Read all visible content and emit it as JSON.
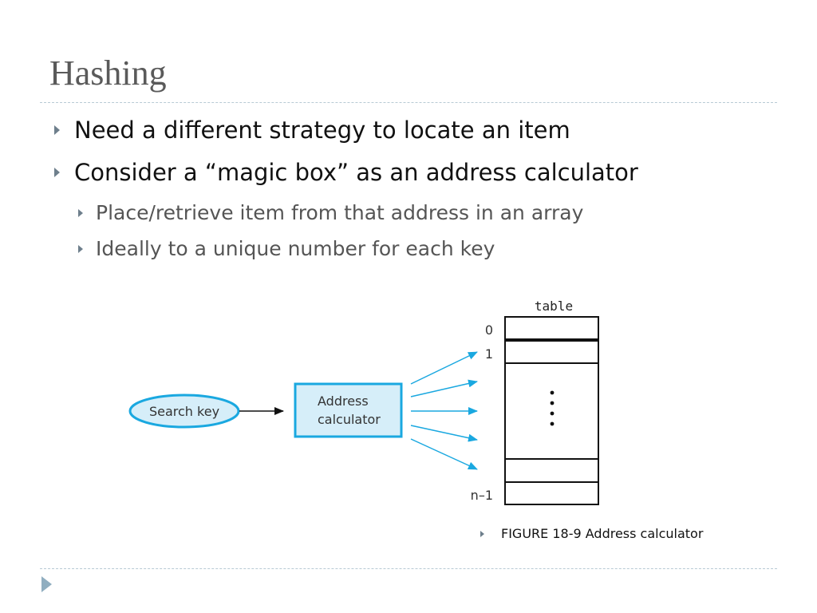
{
  "slide": {
    "title": "Hashing",
    "bullets": [
      {
        "text": "Need a different strategy to locate an item",
        "level": 1
      },
      {
        "text": "Consider a “magic box” as an address calculator",
        "level": 1
      },
      {
        "text": "Place/retrieve item from that address in an array",
        "level": 2
      },
      {
        "text": "Ideally to a unique number for each key",
        "level": 2
      }
    ],
    "caption": "FIGURE 18-9 Address calculator"
  },
  "figure": {
    "search_key_label": "Search key",
    "calculator_label_line1": "Address",
    "calculator_label_line2": "calculator",
    "table_label": "table",
    "index_first": "0",
    "index_second": "1",
    "index_last": "n–1",
    "colors": {
      "accent": "#1aa8e0",
      "box_fill": "#d6eef9",
      "ellipse_fill": "#d6eef9",
      "table_stroke": "#111111"
    }
  }
}
